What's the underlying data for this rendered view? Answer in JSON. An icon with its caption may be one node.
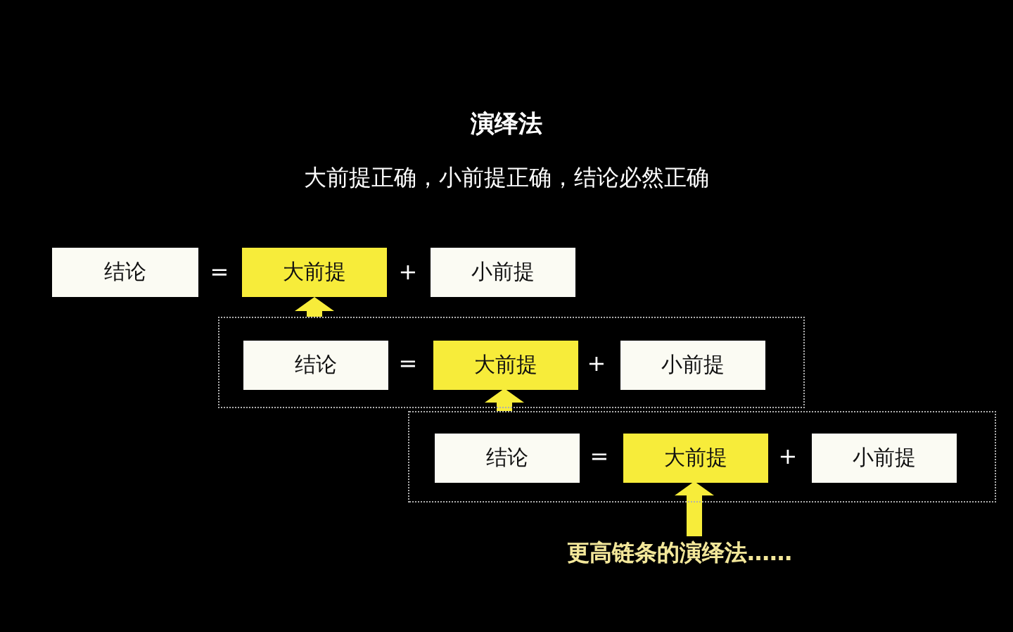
{
  "diagram": {
    "title": "演绎法",
    "nodes": [
      {
        "text": [
          "结论"
        ]
      },
      {
        "text": [
          "大前提"
        ]
      },
      {
        "text": [
          "小前提"
        ]
      },
      {
        "text": [],
        "shape": "box"
      },
      {
        "text": [
          "结论"
        ],
        "in": 3
      },
      {
        "text": [
          "大前提"
        ],
        "in": 3
      },
      {
        "text": [
          "小前提"
        ],
        "in": 3
      },
      {
        "text": [],
        "shape": "box"
      },
      {
        "text": [
          "结论"
        ],
        "in": 7
      },
      {
        "text": [
          "大前提"
        ],
        "in": 7
      },
      {
        "text": [
          "小前提"
        ],
        "in": 7
      },
      {
        "text": [
          "更高链条的演绎法……"
        ]
      }
    ],
    "edges": [
      {
        "from": 3,
        "to": 1,
        "arrow": "to"
      },
      {
        "from": 7,
        "to": 5,
        "arrow": "to"
      },
      {
        "from": 11,
        "to": 9,
        "arrow": "to"
      }
    ],
    "labels": [
      "大前提正确，小前提正确，结论必然正确",
      "=",
      "+",
      "=",
      "+",
      "=",
      "+"
    ]
  }
}
